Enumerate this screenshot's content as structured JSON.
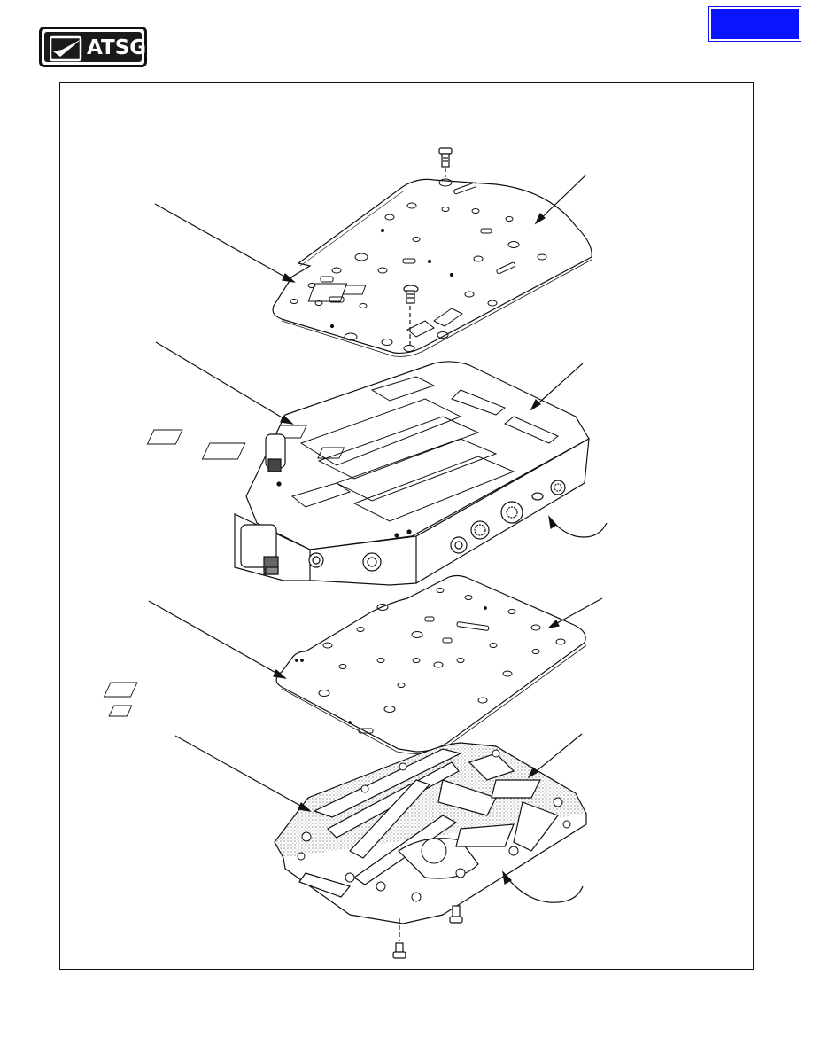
{
  "logo": {
    "text": "ATSG"
  },
  "colors": {
    "tab_fill": "#0b14ff",
    "frame_stroke": "#111111"
  },
  "figure": {
    "parts": [
      "upper-separator-plate",
      "upper-valve-body",
      "lower-separator-plate",
      "lower-valve-body"
    ]
  }
}
